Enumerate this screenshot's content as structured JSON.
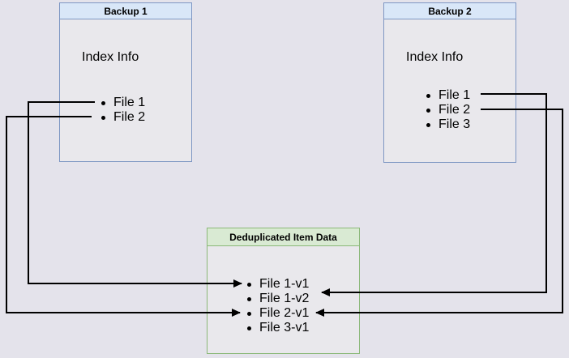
{
  "colors": {
    "bg": "#e4e3eb",
    "box-fill": "#e9e8ec",
    "blue-fill": "#d9e7f8",
    "blue-border": "#7e97c3",
    "green-fill": "#d9ead3",
    "green-border": "#8ab878",
    "line": "#000000",
    "text": "#000000"
  },
  "backup1": {
    "title": "Backup 1",
    "subtitle": "Index Info",
    "files": [
      "File 1",
      "File 2"
    ]
  },
  "backup2": {
    "title": "Backup 2",
    "subtitle": "Index Info",
    "files": [
      "File 1",
      "File 2",
      "File 3"
    ]
  },
  "dedup": {
    "title": "Deduplicated Item Data",
    "items": [
      "File 1-v1",
      "File 1-v2",
      "File 2-v1",
      "File 3-v1"
    ]
  },
  "edges": [
    {
      "from": "Backup 1 / File 1",
      "to": "File 1-v1"
    },
    {
      "from": "Backup 1 / File 2",
      "to": "File 2-v1"
    },
    {
      "from": "Backup 2 / File 1",
      "to": "File 1-v2"
    },
    {
      "from": "Backup 2 / File 2",
      "to": "File 2-v1"
    }
  ]
}
